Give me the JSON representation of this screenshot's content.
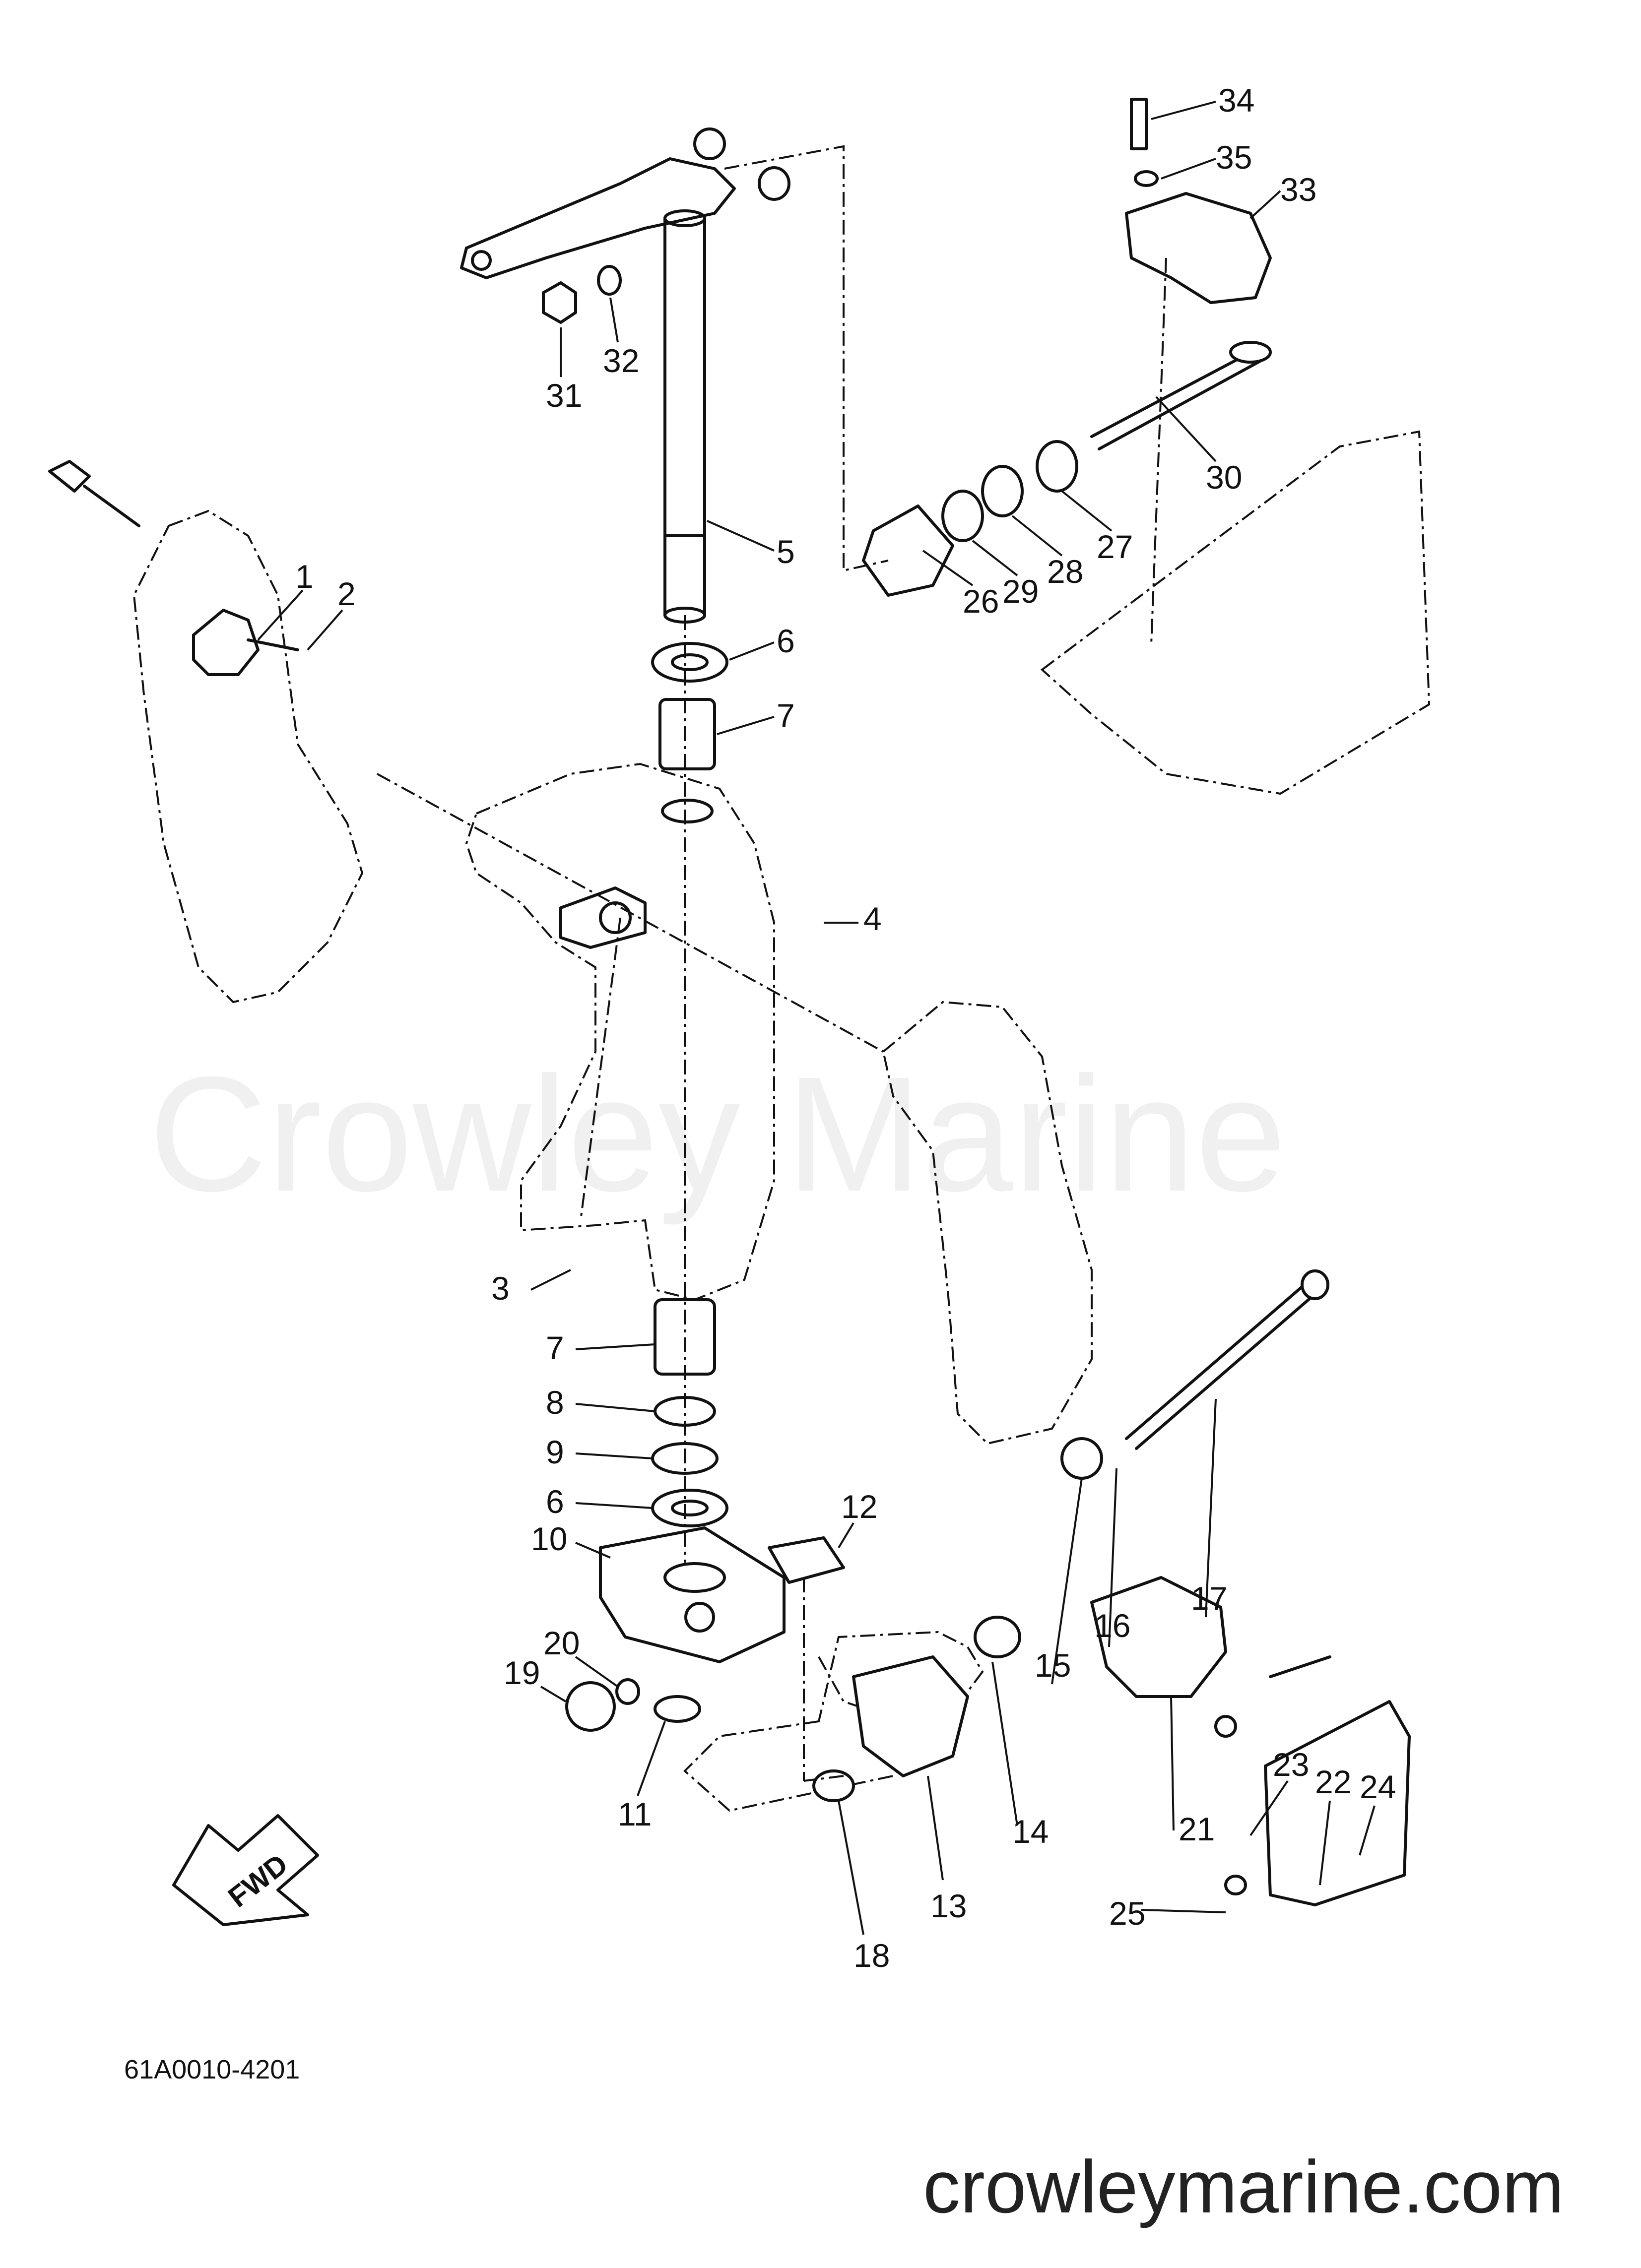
{
  "watermark": "Crowley Marine",
  "website": "crowleymarine.com",
  "diagram_code": "61A0010-4201",
  "fwd_label": "FWD",
  "callouts": [
    "1",
    "2",
    "3",
    "4",
    "5",
    "6",
    "7",
    "7",
    "8",
    "9",
    "6",
    "10",
    "11",
    "12",
    "13",
    "14",
    "15",
    "16",
    "17",
    "18",
    "19",
    "20",
    "21",
    "22",
    "23",
    "24",
    "25",
    "26",
    "27",
    "28",
    "29",
    "30",
    "31",
    "32",
    "33",
    "34",
    "35"
  ]
}
